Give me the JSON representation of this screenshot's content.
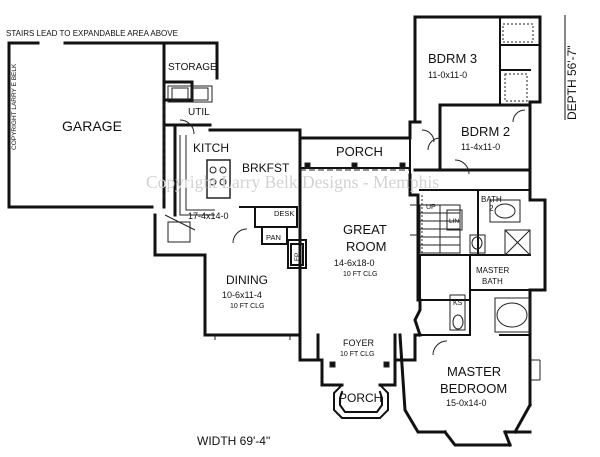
{
  "notes": {
    "stairs": "STAIRS LEAD TO EXPANDABLE AREA ABOVE",
    "copyright_vertical": "COPYRIGHT LARRY E BELK",
    "watermark": "Copyright Larry Belk Designs - Memphis"
  },
  "dimensions": {
    "width": "WIDTH 69'-4\"",
    "depth": "DEPTH 56'-7\""
  },
  "rooms": {
    "garage": "GARAGE",
    "storage": "STORAGE",
    "util": "UTIL",
    "kitchen": "KITCH",
    "breakfast": "BRKFST",
    "kitchen_size": "17-4x14-0",
    "desk": "DESK",
    "pantry": "PAN",
    "fireplace": "FP",
    "dining": "DINING",
    "dining_size": "10-6x11-4",
    "dining_ceiling": "10 FT CLG",
    "porch_rear": "PORCH",
    "great_room_1": "GREAT",
    "great_room_2": "ROOM",
    "great_room_size": "14-6x18-0",
    "great_room_ceiling": "10 FT CLG",
    "foyer": "FOYER",
    "foyer_ceiling": "10 FT CLG",
    "porch_front": "PORCH",
    "bdrm3": "BDRM 3",
    "bdrm3_size": "11-0x11-0",
    "bdrm2": "BDRM 2",
    "bdrm2_size": "11-4x11-0",
    "up": "UP",
    "lin": "LIN",
    "bath2_1": "BATH",
    "bath2_2": "2",
    "master_bath_1": "MASTER",
    "master_bath_2": "BATH",
    "ks": "KS",
    "master_bed_1": "MASTER",
    "master_bed_2": "BEDROOM",
    "master_bed_size": "15-0x14-0"
  }
}
